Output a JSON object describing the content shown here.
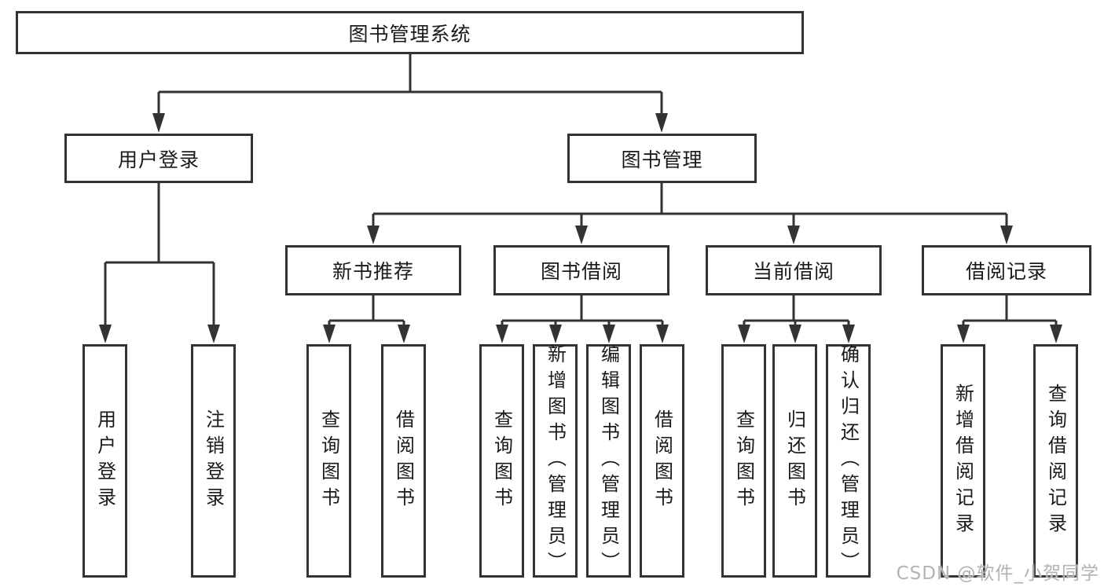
{
  "diagram": {
    "root": {
      "label": "图书管理系统"
    },
    "branches": [
      {
        "label": "用户登录",
        "children": [
          {
            "label": "用户登录"
          },
          {
            "label": "注销登录"
          }
        ]
      },
      {
        "label": "图书管理",
        "children": [
          {
            "label": "新书推荐",
            "children": [
              {
                "label": "查询图书"
              },
              {
                "label": "借阅图书"
              }
            ]
          },
          {
            "label": "图书借阅",
            "children": [
              {
                "label": "查询图书"
              },
              {
                "label": "新增图书（管理员）"
              },
              {
                "label": "编辑图书（管理员）"
              },
              {
                "label": "借阅图书"
              }
            ]
          },
          {
            "label": "当前借阅",
            "children": [
              {
                "label": "查询图书"
              },
              {
                "label": "归还图书"
              },
              {
                "label": "确认归还（管理员）"
              }
            ]
          },
          {
            "label": "借阅记录",
            "children": [
              {
                "label": "新增借阅记录"
              },
              {
                "label": "查询借阅记录"
              }
            ]
          }
        ]
      }
    ]
  },
  "colors": {
    "line": "#333333",
    "box_border": "#333333",
    "text": "#1a1a1a",
    "watermark": "#b3b3b3",
    "background": "#ffffff"
  },
  "watermark": {
    "text": "CSDN @软件_小贺同学"
  }
}
